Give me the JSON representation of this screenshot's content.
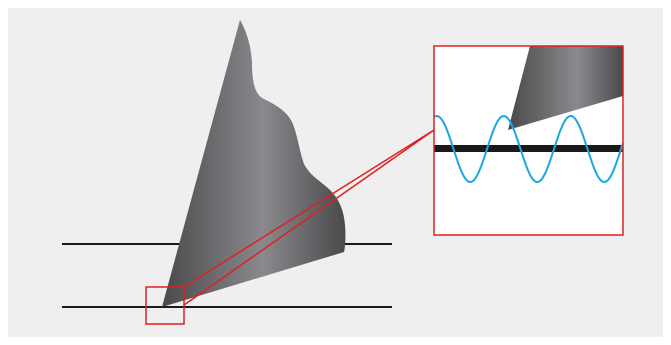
{
  "diagram": {
    "background_color": "#efefef",
    "line_color": "#1a1a1a",
    "highlight_color": "#e02020",
    "wave_color": "#1aa7e0",
    "shape_gradient": [
      "#4a4a4c",
      "#8a8a8e",
      "#4a4a4c"
    ],
    "elements": [
      "upper-horizontal-line",
      "lower-horizontal-line",
      "gray-tapered-shape",
      "highlight-box",
      "zoom-connector-lines",
      "zoom-inset-panel",
      "sine-wave"
    ]
  }
}
